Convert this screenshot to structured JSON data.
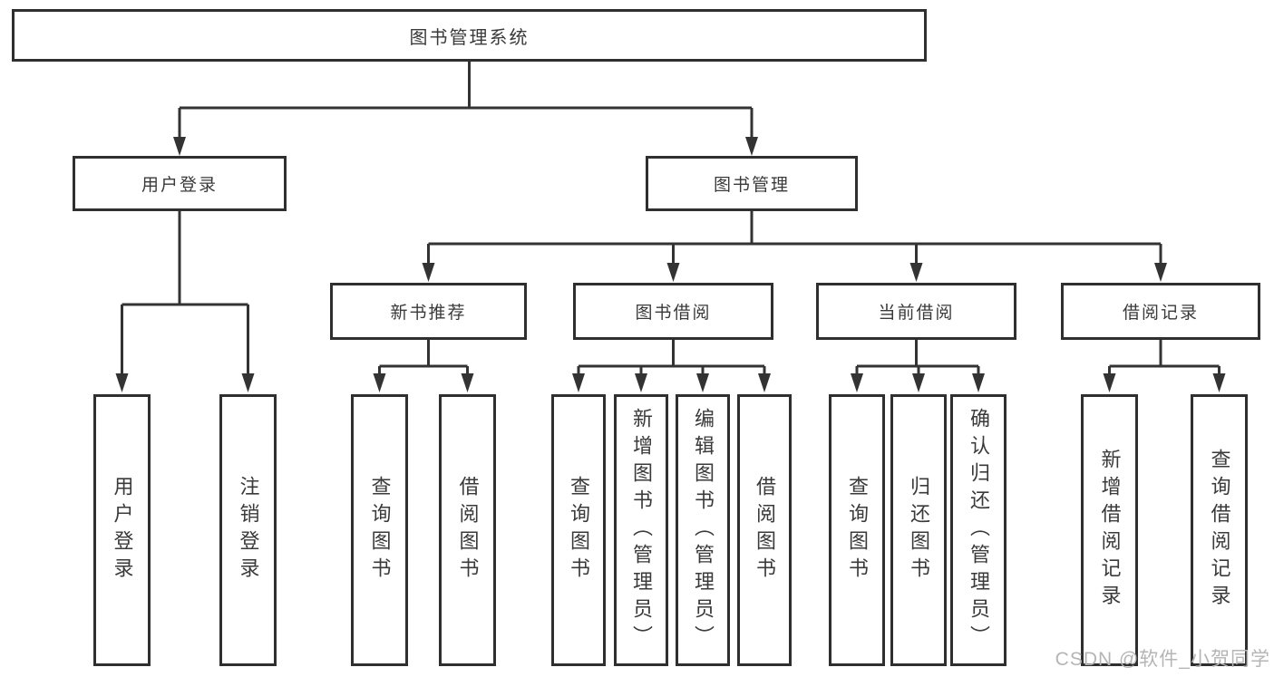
{
  "diagram": {
    "root": {
      "label": "图书管理系统"
    },
    "branches": [
      {
        "label": "用户登录",
        "children": [
          {
            "label": "用户登录"
          },
          {
            "label": "注销登录"
          }
        ]
      },
      {
        "label": "图书管理",
        "children": [
          {
            "label": "新书推荐",
            "children": [
              {
                "label": "查询图书"
              },
              {
                "label": "借阅图书"
              }
            ]
          },
          {
            "label": "图书借阅",
            "children": [
              {
                "label": "查询图书"
              },
              {
                "label": "新增图书（管理员）"
              },
              {
                "label": "编辑图书（管理员）"
              },
              {
                "label": "借阅图书"
              }
            ]
          },
          {
            "label": "当前借阅",
            "children": [
              {
                "label": "查询图书"
              },
              {
                "label": "归还图书"
              },
              {
                "label": "确认归还（管理员）"
              }
            ]
          },
          {
            "label": "借阅记录",
            "children": [
              {
                "label": "新增借阅记录"
              },
              {
                "label": "查询借阅记录"
              }
            ]
          }
        ]
      }
    ]
  },
  "watermark": "CSDN @软件_小贺同学",
  "colors": {
    "line": "#333333",
    "box_border": "#2f2f2f",
    "text": "#3a3a3a",
    "background": "#ffffff",
    "watermark": "#b5b5b5"
  }
}
